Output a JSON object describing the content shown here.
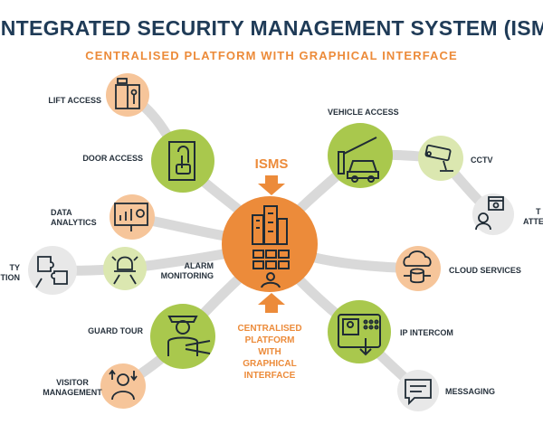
{
  "header": {
    "title": "INTEGRATED SECURITY MANAGEMENT SYSTEM (ISMS)",
    "subtitle": "CENTRALISED PLATFORM WITH GRAPHICAL INTERFACE"
  },
  "center": {
    "label": "ISMS",
    "caption_lines": [
      "CENTRALISED",
      "PLATFORM",
      "WITH",
      "GRAPHICAL",
      "INTERFACE"
    ]
  },
  "modules": {
    "lift_access": "LIFT ACCESS",
    "door_access": "DOOR ACCESS",
    "data_analytics": [
      "DATA",
      "ANALYTICS"
    ],
    "integration": [
      "TY",
      "TION"
    ],
    "alarm_monitoring": [
      "ALARM",
      "MONITORING"
    ],
    "guard_tour": "GUARD TOUR",
    "visitor_management": [
      "VISITOR",
      "MANAGEMENT"
    ],
    "vehicle_access": "VEHICLE ACCESS",
    "cctv": "CCTV",
    "attendance": [
      "T",
      "ATTE"
    ],
    "cloud_services": "CLOUD SERVICES",
    "ip_intercom": "IP INTERCOM",
    "messaging": "MESSAGING"
  },
  "colors": {
    "title": "#1f3b57",
    "accent_orange": "#ec8b3a",
    "light_orange": "#f6c59a",
    "green": "#a9c84d",
    "light_green": "#dbe7b0",
    "connector": "#d9d9d9",
    "light_grey": "#e8e8e8",
    "icon_stroke": "#1f2b35"
  },
  "icons": {
    "lift_access": "elevator-icon",
    "door_access": "door-fingerprint-icon",
    "data_analytics": "presentation-chart-icon",
    "integration": "puzzle-icon",
    "alarm_monitoring": "alarm-siren-icon",
    "guard_tour": "security-guard-icon",
    "visitor_management": "visitor-icon",
    "vehicle_access": "car-barrier-icon",
    "cctv": "cctv-camera-icon",
    "attendance": "attendance-calendar-icon",
    "cloud_services": "cloud-database-icon",
    "ip_intercom": "intercom-icon",
    "messaging": "message-icon",
    "center": "buildings-control-room-icon"
  }
}
